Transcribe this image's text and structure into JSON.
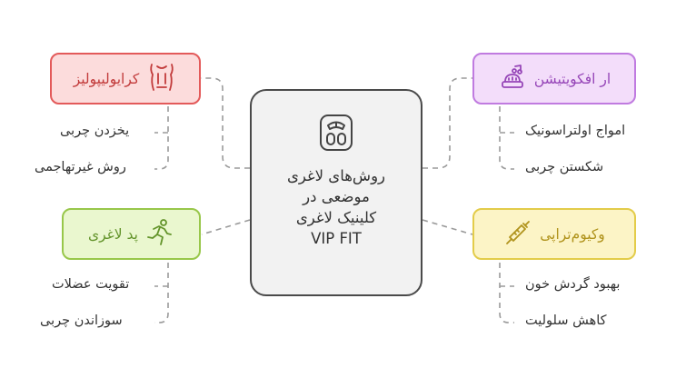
{
  "center": {
    "icon": "scale-icon",
    "title_lines": [
      "روش‌های لاغری",
      "موضعی در",
      "کلینیک لاغری",
      "VIP FIT"
    ]
  },
  "topics": [
    {
      "id": "cryolipolysis",
      "label": "کرایولیپولیز",
      "icon": "torso-icon",
      "colors": {
        "fill": "#fcdcdc",
        "border": "#e35a5a",
        "text": "#c23b3b"
      },
      "items": [
        "یخزدن چربی",
        "روش غیرتهاجمی"
      ]
    },
    {
      "id": "ultracavitation",
      "label": "ار افکویتیشن",
      "icon": "music-notes-icon",
      "colors": {
        "fill": "#f3ddfa",
        "border": "#c07be0",
        "text": "#9646b8"
      },
      "items": [
        "امواج اولتراسونیک",
        "شکستن چربی"
      ]
    },
    {
      "id": "fat-burning-pad",
      "label": "پد لاغری",
      "icon": "runner-icon",
      "colors": {
        "fill": "#eaf7cf",
        "border": "#98c74a",
        "text": "#63942b"
      },
      "items": [
        "تقویت عضلات",
        "سوزاندن چربی"
      ]
    },
    {
      "id": "vacuum-therapy",
      "label": "وکیوم‌تراپی",
      "icon": "syringe-icon",
      "colors": {
        "fill": "#fcf4c6",
        "border": "#e3cc4a",
        "text": "#b0931c"
      },
      "items": [
        "بهبود گردش خون",
        "کاهش سلولیت"
      ]
    }
  ]
}
